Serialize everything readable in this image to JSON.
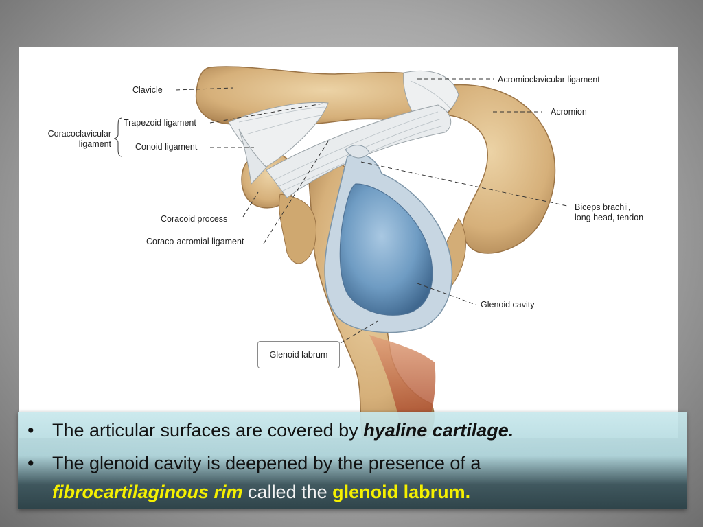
{
  "figure": {
    "labels": {
      "clavicle": "Clavicle",
      "acromioclavicular": "Acromioclavicular ligament",
      "acromion": "Acromion",
      "trapezoid": "Trapezoid ligament",
      "coracoclavicular_1": "Coracoclavicular",
      "coracoclavicular_2": "ligament",
      "conoid": "Conoid ligament",
      "biceps_1": "Biceps brachii,",
      "biceps_2": "long head, tendon",
      "coracoid": "Coracoid process",
      "coraco_acromial": "Coraco-acromial ligament",
      "glenoid_cavity": "Glenoid cavity",
      "glenoid_labrum": "Glenoid labrum"
    }
  },
  "bullets": [
    {
      "marker": "•",
      "part1": "The articular surfaces are covered by ",
      "emph": "hyaline cartilage."
    },
    {
      "marker": "•",
      "line1": "The glenoid cavity is deepened by the presence of a",
      "emph": "fibrocartilaginous rim",
      "middle": " called the ",
      "strong": "glenoid labrum",
      "end": "."
    }
  ],
  "colors": {
    "bone": "#d9b98a",
    "bone_shadow": "#b88f5c",
    "cartilage": "#6e9dc4",
    "ligament": "#e9ecee",
    "accent_text": "#f5f000"
  }
}
